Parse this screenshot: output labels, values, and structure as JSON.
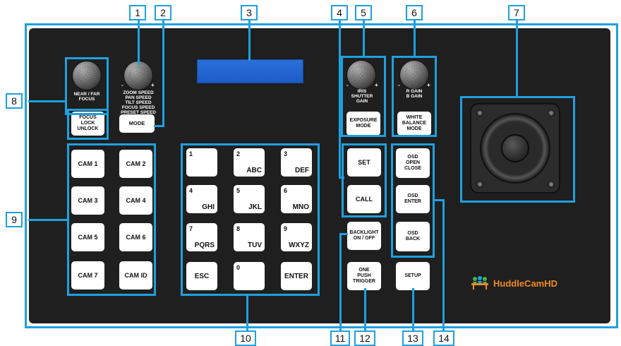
{
  "callouts": [
    "1",
    "2",
    "3",
    "4",
    "5",
    "6",
    "7",
    "8",
    "9",
    "10",
    "11",
    "12",
    "13",
    "14"
  ],
  "knobs": {
    "focus": {
      "label": "NEAR / FAR\nFOCUS"
    },
    "zoom": {
      "label": "ZOOM SPEED\nPAN SPEED\nTILT SPEED\nFOCUS SPEED\nPRESET SPEED",
      "minus": "-",
      "plus": "+"
    },
    "iris": {
      "label": "IRIS\nSHUTTER\nGAIN",
      "minus": "-",
      "plus": "+"
    },
    "gain": {
      "label": "R GAIN\nB GAIN",
      "minus": "-",
      "plus": "+"
    }
  },
  "buttons": {
    "focus_lock": "FOCUS\nLOCK\nUNLOCK",
    "mode": "MODE",
    "exposure_mode": "EXPOSURE\nMODE",
    "white_balance_mode": "WHITE\nBALANCE\nMODE",
    "cams": [
      "CAM 1",
      "CAM 2",
      "CAM 3",
      "CAM 4",
      "CAM 5",
      "CAM 6",
      "CAM 7",
      "CAM ID"
    ],
    "keypad": [
      {
        "digit": "1",
        "letters": ""
      },
      {
        "digit": "2",
        "letters": "ABC"
      },
      {
        "digit": "3",
        "letters": "DEF"
      },
      {
        "digit": "4",
        "letters": "GHI"
      },
      {
        "digit": "5",
        "letters": "JKL"
      },
      {
        "digit": "6",
        "letters": "MNO"
      },
      {
        "digit": "7",
        "letters": "PQRS"
      },
      {
        "digit": "8",
        "letters": "TUV"
      },
      {
        "digit": "9",
        "letters": "WXYZ"
      }
    ],
    "esc": "ESC",
    "zero": "0",
    "enter": "ENTER",
    "set": "SET",
    "call": "CALL",
    "backlight": "BACKLIGHT\nON / OFF",
    "one_push": "ONE\nPUSH\nTRIGGER",
    "osd_open": "OSD\nOPEN\nCLOSE",
    "osd_enter": "OSD\nENTER",
    "osd_back": "OSD\nBACK",
    "setup": "SETUP"
  },
  "brand": {
    "name": "HuddleCamHD",
    "color": "#f08a1f"
  },
  "colors": {
    "callout": "#1ea0e0",
    "panel": "#1f1f1f",
    "lcd": "#2b6fd8"
  }
}
